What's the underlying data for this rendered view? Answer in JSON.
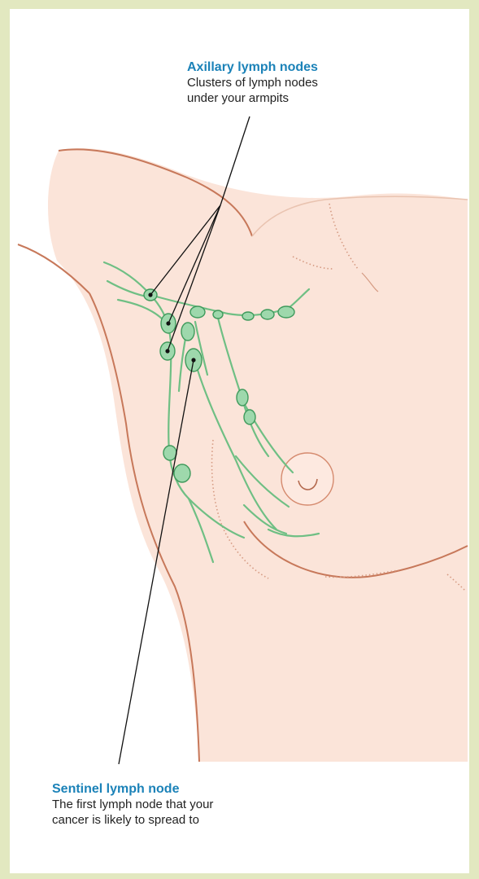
{
  "callouts": {
    "axillary": {
      "title": "Axillary lymph nodes",
      "line1": "Clusters of lymph nodes",
      "line2": "under your armpits"
    },
    "sentinel": {
      "title": "Sentinel lymph node",
      "line1": "The first lymph node that your",
      "line2": "cancer is likely to spread to"
    }
  },
  "colors": {
    "frame": "#e2e8c0",
    "skin": "#fbe4d9",
    "outline": "#c7785a",
    "lymph": "#8fd19f",
    "lymph_stroke": "#3f9a5c",
    "title_text": "#1b82b8"
  }
}
